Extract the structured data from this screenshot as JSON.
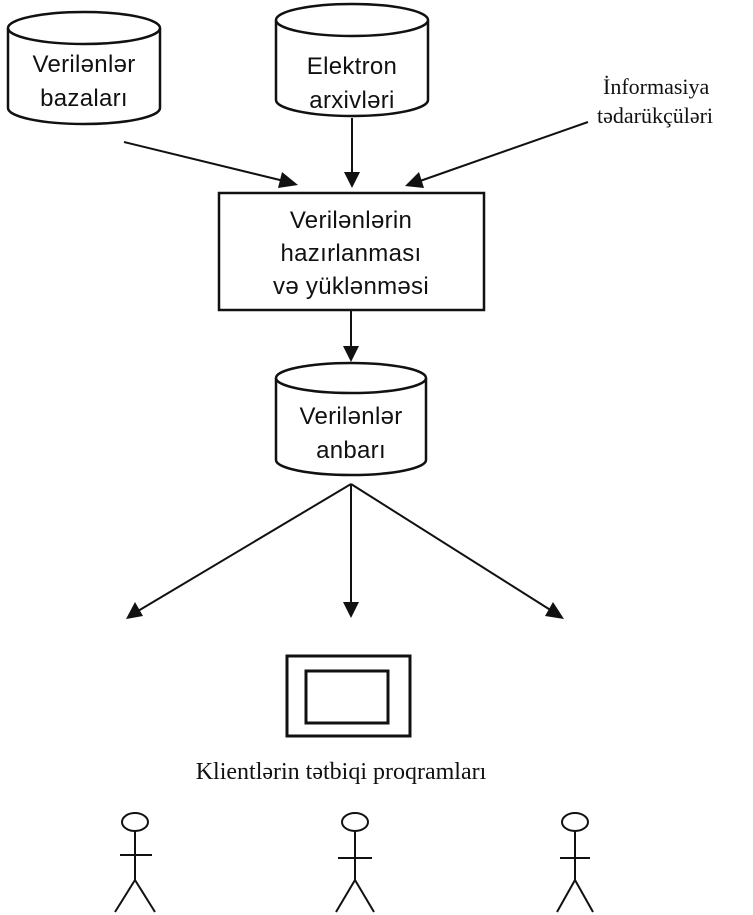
{
  "sources": {
    "databases": {
      "line1": "Verilənlər",
      "line2": "bazaları"
    },
    "archives": {
      "line1": "Elektron",
      "line2": "arxivləri"
    },
    "providers": {
      "line1": "İnformasiya",
      "line2": "tədarükçüləri"
    }
  },
  "process": {
    "line1": "Verilənlərin",
    "line2": "hazırlanması",
    "line3": "və yüklənməsi"
  },
  "warehouse": {
    "line1": "Verilənlər",
    "line2": "anbarı"
  },
  "clients": {
    "label": "Klientlərin tətbiqi proqramları"
  },
  "icons": [
    "database-cylinder",
    "monitor-icon",
    "user-stick-figure"
  ],
  "colors": {
    "ink": "#111111",
    "background": "#ffffff"
  }
}
